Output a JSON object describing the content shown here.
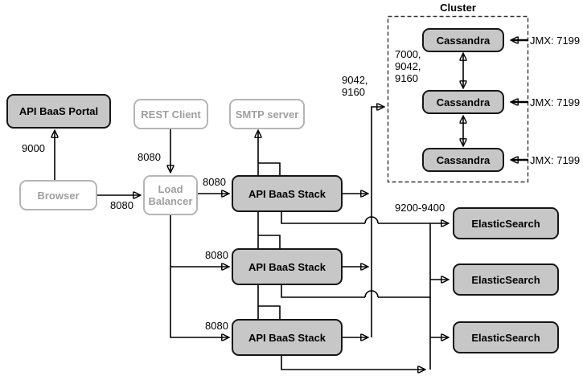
{
  "diagram": {
    "cluster": {
      "label": "Cluster"
    },
    "nodes": {
      "portal": {
        "label": "API BaaS Portal"
      },
      "browser": {
        "label": "Browser"
      },
      "rest_client": {
        "label": "REST Client"
      },
      "smtp": {
        "label": "SMTP server"
      },
      "load_balancer": {
        "label": "Load Balancer"
      },
      "stack_1": {
        "label": "API BaaS Stack"
      },
      "stack_2": {
        "label": "API BaaS Stack"
      },
      "stack_3": {
        "label": "API BaaS Stack"
      },
      "cassandra_1": {
        "label": "Cassandra"
      },
      "cassandra_2": {
        "label": "Cassandra"
      },
      "cassandra_3": {
        "label": "Cassandra"
      },
      "elasticsearch_1": {
        "label": "ElasticSearch"
      },
      "elasticsearch_2": {
        "label": "ElasticSearch"
      },
      "elasticsearch_3": {
        "label": "ElasticSearch"
      }
    },
    "port_labels": {
      "portal_port": "9000",
      "browser_lb_port": "8080",
      "rest_lb_port": "8080",
      "lb_stack1_port": "8080",
      "lb_stack2_port": "8080",
      "lb_stack3_port": "8080",
      "stack_cassandra_ports": "9042,\n9160",
      "cassandra_internal_ports": "7000,\n9042,\n9160",
      "jmx_1": "JMX: 7199",
      "jmx_2": "JMX: 7199",
      "jmx_3": "JMX: 7199",
      "stack_es_ports": "9200-9400"
    },
    "colors": {
      "node_fill": "#c7c7c7",
      "node_border": "#161616",
      "inactive_border": "#b5b5b5",
      "inactive_text": "#9f9f9f",
      "line": "#000000"
    }
  }
}
